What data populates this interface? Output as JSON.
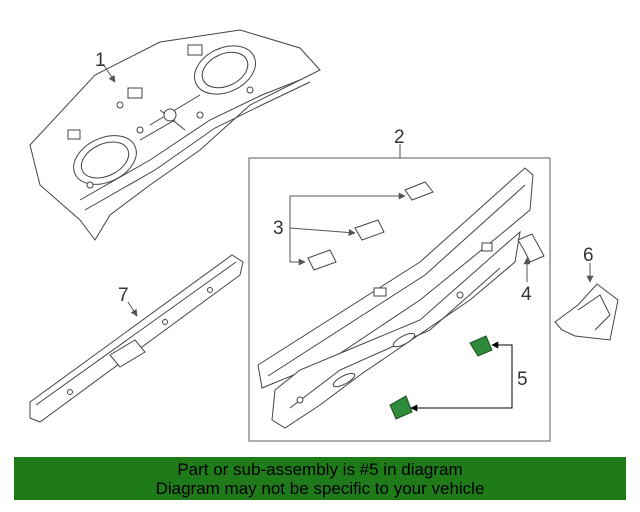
{
  "callouts": {
    "c1": "1",
    "c2": "2",
    "c3": "3",
    "c4": "4",
    "c5": "5",
    "c6": "6",
    "c7": "7"
  },
  "colors": {
    "line": "#444444",
    "highlight_part": "#2e8b3a",
    "banner_bg": "#1f7a1a"
  },
  "banner": {
    "line1": "Part or sub-assembly is #5 in diagram",
    "line2": "Diagram may not be specific to your vehicle"
  }
}
